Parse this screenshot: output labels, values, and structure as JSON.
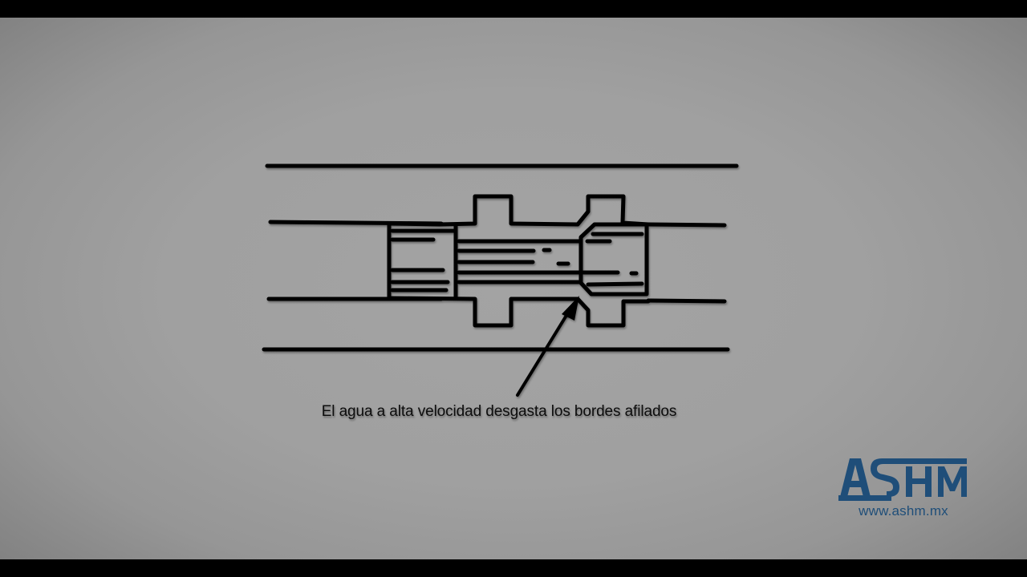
{
  "caption": "El agua a alta velocidad desgasta los bordes afilados",
  "logo": {
    "brand": "ASHM",
    "url": "www.ashm.mx",
    "color": "#1f4e79"
  },
  "colors": {
    "background_center": "#a3a3a3",
    "background_edge": "#7a7a7a",
    "stroke": "#000000",
    "letterbox": "#000000"
  },
  "diagram": {
    "description": "Pipe cross-section with a coupling/fitting; arrow points to sharp inner edge worn by high-velocity water",
    "elements": [
      "outer-pipe-wall-top",
      "inner-pipe-wall-top",
      "inner-pipe-wall-bottom",
      "outer-pipe-wall-bottom",
      "left-pipe-end",
      "coupling-body",
      "right-pipe-end",
      "flow-lines",
      "arrow"
    ]
  }
}
